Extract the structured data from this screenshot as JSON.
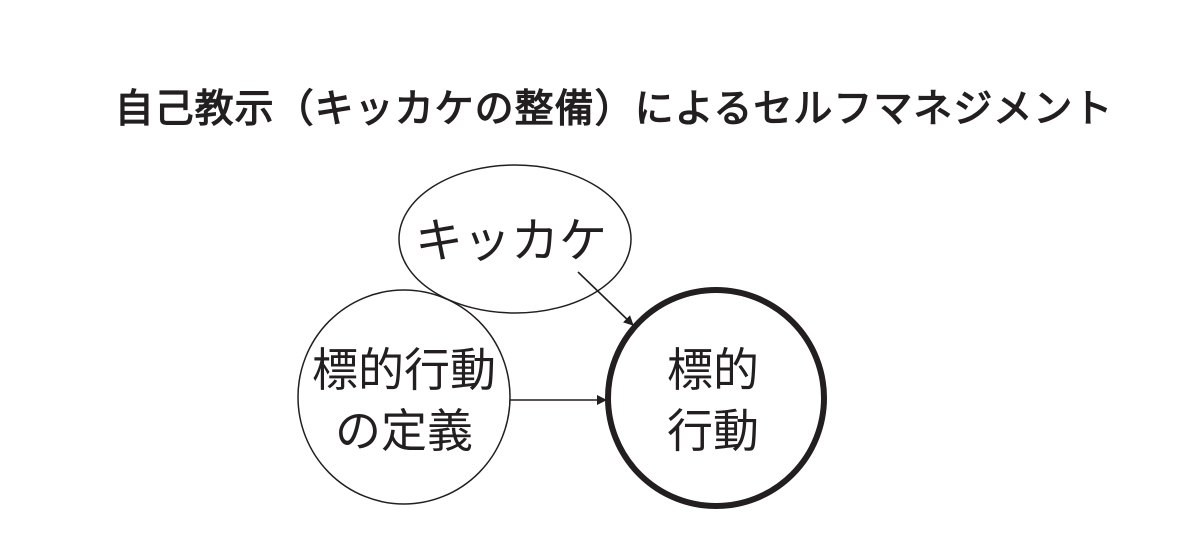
{
  "title": "自己教示（キッカケの整備）によるセルフマネジメント",
  "nodes": {
    "trigger": {
      "label": "キッカケ"
    },
    "definition": {
      "line1": "標的行動",
      "line2": "の定義"
    },
    "target": {
      "line1": "標的",
      "line2": "行動"
    }
  },
  "edges": [
    {
      "from": "trigger",
      "to": "target"
    },
    {
      "from": "definition",
      "to": "target"
    }
  ],
  "colors": {
    "ink": "#231f20",
    "background": "#ffffff"
  }
}
